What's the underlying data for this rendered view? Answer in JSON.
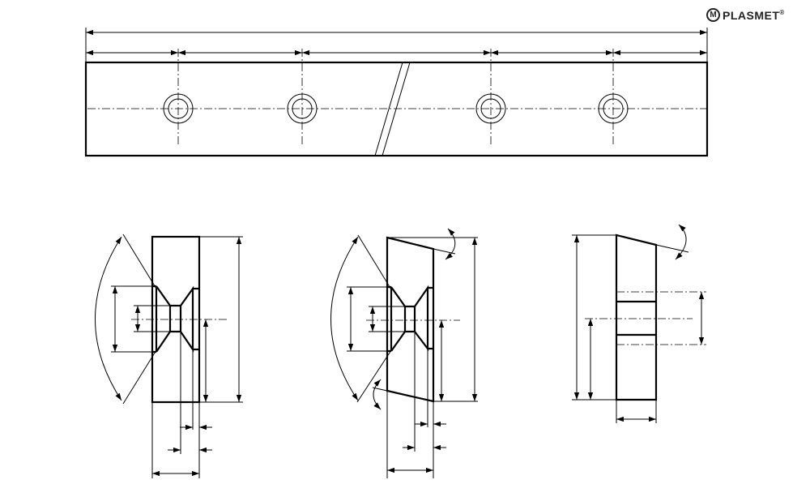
{
  "logo": {
    "brand": "PLASMET",
    "registered": "®",
    "mark": "M"
  },
  "drawing": {
    "views": [
      "top-view",
      "section-view-straight",
      "section-view-beveled",
      "side-view"
    ],
    "hole_count": 4
  }
}
